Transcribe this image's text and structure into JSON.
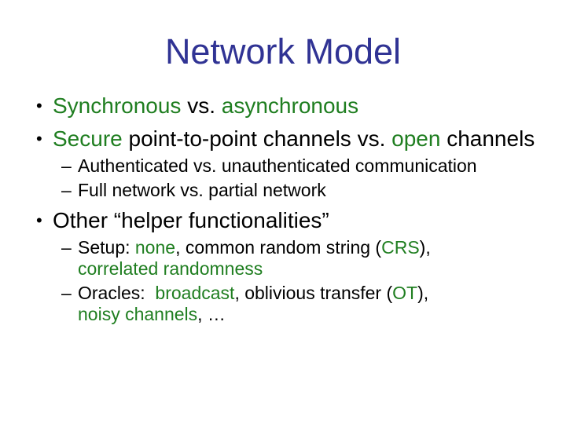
{
  "slide": {
    "title": "Network Model",
    "colors": {
      "background": "#ffffff",
      "title": "#303394",
      "accent_green": "#1f7e20",
      "body": "#000000"
    },
    "bullet_markers": {
      "level1": "•",
      "level2": "–"
    },
    "bullets": [
      {
        "level": 1,
        "runs": [
          {
            "t": "Synchronous",
            "c": "green"
          },
          {
            "t": " vs. ",
            "c": "body"
          },
          {
            "t": "asynchronous",
            "c": "green"
          }
        ]
      },
      {
        "level": 1,
        "runs": [
          {
            "t": "Secure",
            "c": "green"
          },
          {
            "t": " point-to-point channels vs. ",
            "c": "body"
          },
          {
            "t": "open",
            "c": "green"
          },
          {
            "t": " channels",
            "c": "body"
          }
        ]
      },
      {
        "level": 2,
        "runs": [
          {
            "t": "Authenticated vs. unauthenticated communication",
            "c": "body"
          }
        ]
      },
      {
        "level": 2,
        "runs": [
          {
            "t": "Full network vs. partial network",
            "c": "body"
          }
        ]
      },
      {
        "level": 1,
        "runs": [
          {
            "t": "Other “helper functionalities”",
            "c": "body"
          }
        ]
      },
      {
        "level": 2,
        "runs": [
          {
            "t": "Setup: ",
            "c": "body"
          },
          {
            "t": "none",
            "c": "green"
          },
          {
            "t": ", common random string (",
            "c": "body"
          },
          {
            "t": "CRS",
            "c": "green"
          },
          {
            "t": "),",
            "c": "body"
          },
          {
            "br": true
          },
          {
            "t": "correlated randomness",
            "c": "green"
          }
        ]
      },
      {
        "level": 2,
        "runs": [
          {
            "t": "Oracles:  ",
            "c": "body"
          },
          {
            "t": "broadcast",
            "c": "green"
          },
          {
            "t": ", oblivious transfer (",
            "c": "body"
          },
          {
            "t": "OT",
            "c": "green"
          },
          {
            "t": "),",
            "c": "body"
          },
          {
            "br": true
          },
          {
            "t": "noisy channels",
            "c": "green"
          },
          {
            "t": ", …",
            "c": "body"
          }
        ]
      }
    ]
  }
}
